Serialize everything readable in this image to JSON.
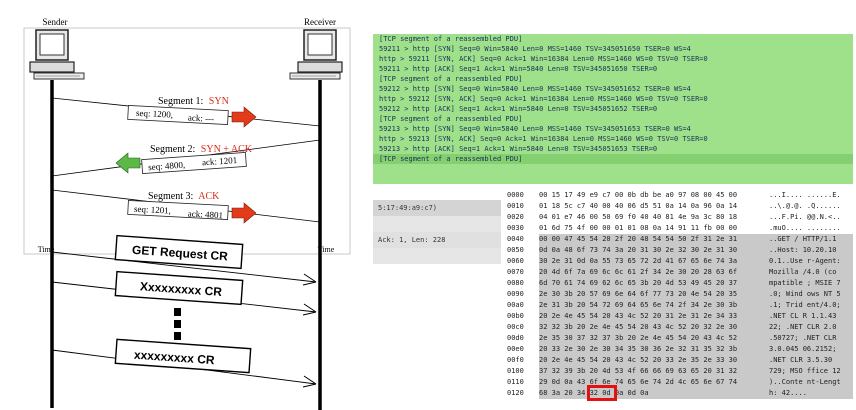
{
  "diagram": {
    "sender_label": "Sender",
    "receiver_label": "Receiver",
    "time_label_left": "Time",
    "time_label_right": "Time",
    "segments": [
      {
        "title": "Segment 1:",
        "flag": "SYN",
        "seq": "seq: 1200,",
        "ack": "ack: ---"
      },
      {
        "title": "Segment 2:",
        "flag": "SYN + ACK",
        "seq": "seq: 4800,",
        "ack": "ack: 1201"
      },
      {
        "title": "Segment 3:",
        "flag": "ACK",
        "seq": "seq: 1201,",
        "ack": "ack: 4801"
      }
    ],
    "requests": [
      "GET Request   CR",
      "Xxxxxxxxx   CR",
      "xxxxxxxxx CR"
    ]
  },
  "packet_list": [
    "[TCP segment of a reassembled PDU]",
    "59211 > http [SYN] Seq=0 Win=5840 Len=0 MSS=1460 TSV=345051650 TSER=0 WS=4",
    "http > 59211 [SYN, ACK] Seq=0 Ack=1 Win=16384 Len=0 MSS=1460 WS=0 TSV=0 TSER=0",
    "59211 > http [ACK] Seq=1 Ack=1 Win=5840 Len=0 TSV=345051650 TSER=0",
    "[TCP segment of a reassembled PDU]",
    "59212 > http [SYN] Seq=0 Win=5840 Len=0 MSS=1460 TSV=345051652 TSER=0 WS=4",
    "http > 59212 [SYN, ACK] Seq=0 Ack=1 Win=16384 Len=0 MSS=1460 WS=0 TSV=0 TSER=0",
    "59212 > http [ACK] Seq=1 Ack=1 Win=5840 Len=0 TSV=345051652 TSER=0",
    "[TCP segment of a reassembled PDU]",
    "59213 > http [SYN] Seq=0 Win=5840 Len=0 MSS=1460 TSV=345051653 TSER=0 WS=4",
    "http > 59213 [SYN, ACK] Seq=0 Ack=1 Win=16384 Len=0 MSS=1460 WS=0 TSV=0 TSER=0",
    "59213 > http [ACK] Seq=1 Ack=1 Win=5840 Len=0 TSV=345051653 TSER=0",
    "[TCP segment of a reassembled PDU]"
  ],
  "details": [
    "5:17:49:a9:c7)",
    "Ack: 1, Len: 228"
  ],
  "hex_rows": [
    {
      "off": "0000",
      "bytes": "00 15 17 49 e9 c7 00 0b  db be a0 97 08 00 45 00",
      "ascii": "...I.... ......E."
    },
    {
      "off": "0010",
      "bytes": "01 18 5c c7 40 00 40 06  d5 51 0a 14 0a 96 0a 14",
      "ascii": "..\\.@.@. .Q......"
    },
    {
      "off": "0020",
      "bytes": "04 01 e7 46 00 50 69 f0  40 40 81 4e 9a 3c 80 18",
      "ascii": "...F.Pi. @@.N.<.."
    },
    {
      "off": "0030",
      "bytes": "01 6d 75 4f 00 00 01 01  08 0a 14 91 11 fb 00 00",
      "ascii": ".muO.... ........"
    },
    {
      "off": "0040",
      "bytes": "00 00 47 45 54 20 2f 20  48 54 54 50 2f 31 2e 31",
      "ascii": "..GET /  HTTP/1.1"
    },
    {
      "off": "0050",
      "bytes": "0d 0a 48 6f 73 74 3a 20  31 30 2e 32 30 2e 31 30",
      "ascii": "..Host:  10.20.10"
    },
    {
      "off": "0060",
      "bytes": "30 2e 31 0d 0a 55 73 65  72 2d 41 67 65 6e 74 3a",
      "ascii": "0.1..Use r-Agent:"
    },
    {
      "off": "0070",
      "bytes": "20 4d 6f 7a 69 6c 6c 61  2f 34 2e 30 20 28 63 6f",
      "ascii": " Mozilla /4.0 (co"
    },
    {
      "off": "0080",
      "bytes": "6d 70 61 74 69 62 6c 65  3b 20 4d 53 49 45 20 37",
      "ascii": "mpatible ; MSIE 7"
    },
    {
      "off": "0090",
      "bytes": "2e 30 3b 20 57 69 6e 64  6f 77 73 20 4e 54 20 35",
      "ascii": ".0; Wind ows NT 5"
    },
    {
      "off": "00a0",
      "bytes": "2e 31 3b 20 54 72 69 64  65 6e 74 2f 34 2e 30 3b",
      "ascii": ".1; Trid ent/4.0;"
    },
    {
      "off": "00b0",
      "bytes": "20 2e 4e 45 54 20 43 4c  52 20 31 2e 31 2e 34 33",
      "ascii": " .NET CL R 1.1.43"
    },
    {
      "off": "00c0",
      "bytes": "32 32 3b 20 2e 4e 45 54  20 43 4c 52 20 32 2e 30",
      "ascii": "22; .NET  CLR 2.0"
    },
    {
      "off": "00d0",
      "bytes": "2e 35 30 37 32 37 3b 20  2e 4e 45 54 20 43 4c 52",
      "ascii": ".50727;  .NET CLR"
    },
    {
      "off": "00e0",
      "bytes": "20 33 2e 30 2e 30 34 35  30 36 2e 32 31 35 32 3b",
      "ascii": " 3.0.045 06.2152;"
    },
    {
      "off": "00f0",
      "bytes": "20 2e 4e 45 54 20 43 4c  52 20 33 2e 35 2e 33 30",
      "ascii": " .NET CLR  3.5.30"
    },
    {
      "off": "0100",
      "bytes": "37 32 39 3b 20 4d 53 4f  66 66 69 63 65 20 31 32",
      "ascii": "729; MSO ffice 12"
    },
    {
      "off": "0110",
      "bytes": "29 0d 0a 43 6f 6e 74 65  6e 74 2d 4c 65 6e 67 74",
      "ascii": ")..Conte nt-Lengt"
    },
    {
      "off": "0120",
      "bytes": "68 3a 20 34 32 0d 0a 0d  0a",
      "ascii": "h: 42.... "
    }
  ],
  "colors": {
    "packet_bg": "#9ee18a",
    "highlight_red": "#e21212",
    "segment_flag": "#d62c1a",
    "arrow_red": "#e23b1b",
    "arrow_green": "#5ab947"
  }
}
